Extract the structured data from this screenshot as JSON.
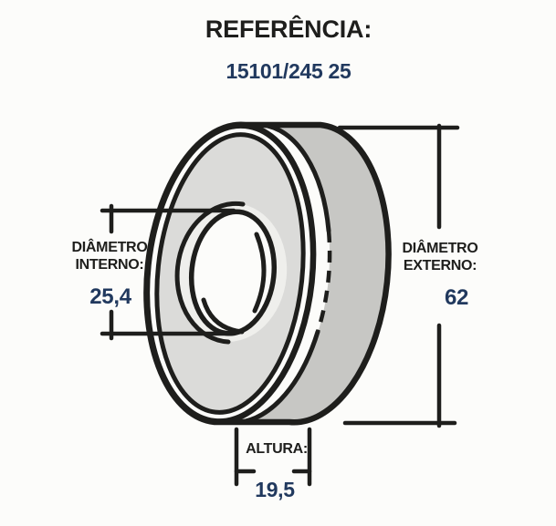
{
  "header": {
    "title": "REFERÊNCIA:",
    "reference_code": "15101/245 25"
  },
  "dimensions": {
    "inner_diameter": {
      "label_line1": "DIÂMETRO",
      "label_line2": "INTERNO:",
      "value": "25,4"
    },
    "outer_diameter": {
      "label_line1": "DIÂMETRO",
      "label_line2": "EXTERNO:",
      "value": "62"
    },
    "height": {
      "label": "ALTURA:",
      "value": "19,5"
    }
  },
  "illustration": {
    "subject": "bearing-3quarter-view",
    "colors": {
      "background": "#fcfcfa",
      "line_black": "#1e1e1c",
      "accent_navy": "#21395e",
      "cylinder_gray": "#c7c7c4",
      "face_gray": "#dbdbd9",
      "bore_highlight": "#efefec"
    }
  }
}
